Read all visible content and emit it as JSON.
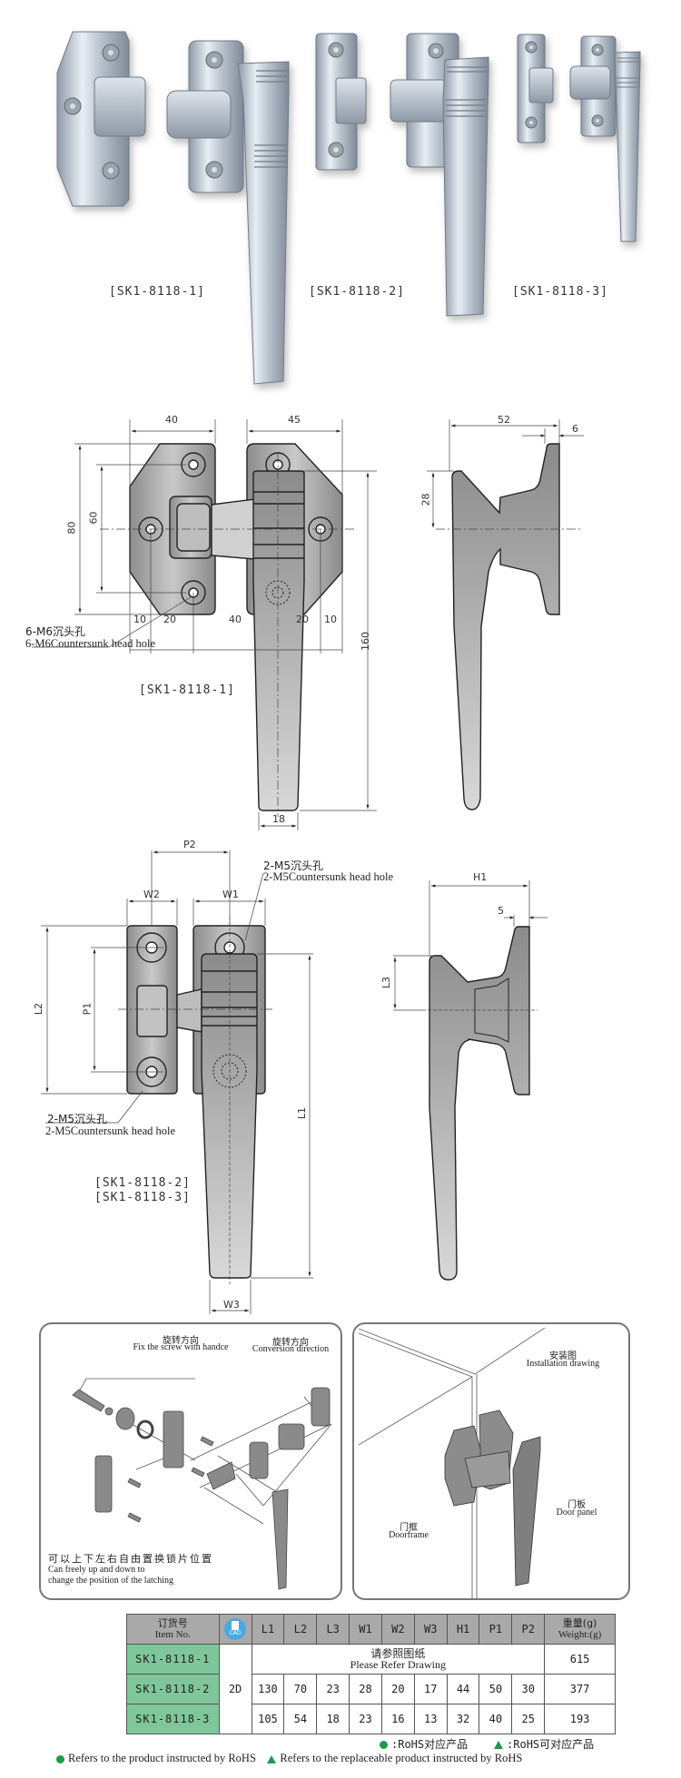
{
  "photos": {
    "labels": [
      "[SK1-8118-1]",
      "[SK1-8118-2]",
      "[SK1-8118-3]"
    ]
  },
  "drawing1": {
    "dims": {
      "top_left": "40",
      "top_right": "45",
      "side_depth": "52",
      "side_flange": "6",
      "height_80": "80",
      "height_60": "60",
      "side_28": "28",
      "bottom_10a": "10",
      "bottom_20a": "20",
      "bottom_40": "40",
      "bottom_20b": "20",
      "bottom_10b": "10",
      "length_160": "160",
      "handle_width": "18"
    },
    "hole_note_cn": "6-M6沉头孔",
    "hole_note_en": "6-M6Countersunk head hole",
    "model_label": "[SK1-8118-1]"
  },
  "drawing2": {
    "dims": {
      "p2": "P2",
      "w2": "W2",
      "w1": "W1",
      "l2": "L2",
      "p1": "P1",
      "l1": "L1",
      "w3": "W3",
      "h1": "H1",
      "flange": "5",
      "l3": "L3"
    },
    "hole_note_top_cn": "2-M5沉头孔",
    "hole_note_top_en": "2-M5Countersunk head hole",
    "hole_note_bottom_cn": "2-M5沉头孔",
    "hole_note_bottom_en": "2-M5Countersunk head hole",
    "model_labels": [
      "[SK1-8118-2]",
      "[SK1-8118-3]"
    ]
  },
  "assembly_panel": {
    "label1_cn": "旋转方向",
    "label1_en": "Fix the screw with handce",
    "label2_cn": "旋转方向",
    "label2_en": "Conversion direction",
    "note_cn": "可以上下左右自由置换锁片位置",
    "note_en_1": "Can freely up and down to",
    "note_en_2": "change the position of the latching"
  },
  "install_panel": {
    "title_cn": "安装图",
    "title_en": "Installation drawing",
    "door_panel_cn": "门板",
    "door_panel_en": "Door panel",
    "door_frame_cn": "门框",
    "door_frame_en": "Doorframe"
  },
  "spec_table": {
    "header": {
      "item_cn": "订货号",
      "item_en": "Item No.",
      "cad": "CAD",
      "columns": [
        "L1",
        "L2",
        "L3",
        "W1",
        "W2",
        "W3",
        "H1",
        "P1",
        "P2"
      ],
      "weight_cn": "重量(g)",
      "weight_en": "Weight:(g)"
    },
    "cad_value": "2D",
    "refer_cn": "请参照图纸",
    "refer_en": "Please Refer Drawing",
    "rows": [
      {
        "item": "SK1-8118-1",
        "values": [],
        "weight": "615"
      },
      {
        "item": "SK1-8118-2",
        "values": [
          "130",
          "70",
          "23",
          "28",
          "20",
          "17",
          "44",
          "50",
          "30"
        ],
        "weight": "377"
      },
      {
        "item": "SK1-8118-3",
        "values": [
          "105",
          "54",
          "18",
          "23",
          "16",
          "13",
          "32",
          "40",
          "25"
        ],
        "weight": "193"
      }
    ],
    "accent_color": "#7fc79a",
    "header_color": "#a9a9a9"
  },
  "legend": {
    "rohs_cn": ":RoHS对应产品",
    "rohs_replace_cn": ":RoHS可对应产品",
    "rohs_en": "Refers to the product instructed by RoHS",
    "rohs_replace_en": "Refers to the replaceable product instructed by RoHS",
    "color": "#1e9a4a"
  }
}
